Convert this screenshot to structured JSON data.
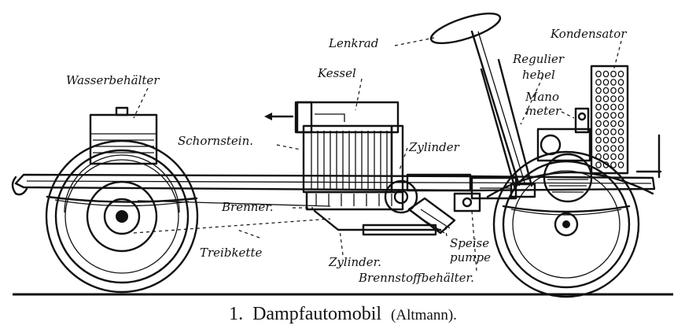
{
  "caption": {
    "number": "1.",
    "title": "Dampfautomobil",
    "subtitle": "(Altmann)."
  },
  "labels": {
    "wasserbehaelter": "Wasserbehälter",
    "kessel": "Kessel",
    "lenkrad": "Lenkrad",
    "kondensator": "Kondensator",
    "regulier": "Regulier",
    "hebel": "hebel",
    "mano": "Mano",
    "meter": "meter",
    "schornstein": "Schornstein.",
    "zylinder_top": "Zylinder",
    "brenner": "Brenner.",
    "treibkette": "Treibkette",
    "zylinder_bottom": "Zylinder.",
    "speise": "Speise",
    "pumpe": "pumpe",
    "brennstoffbehaelter": "Brennstoffbehälter."
  }
}
